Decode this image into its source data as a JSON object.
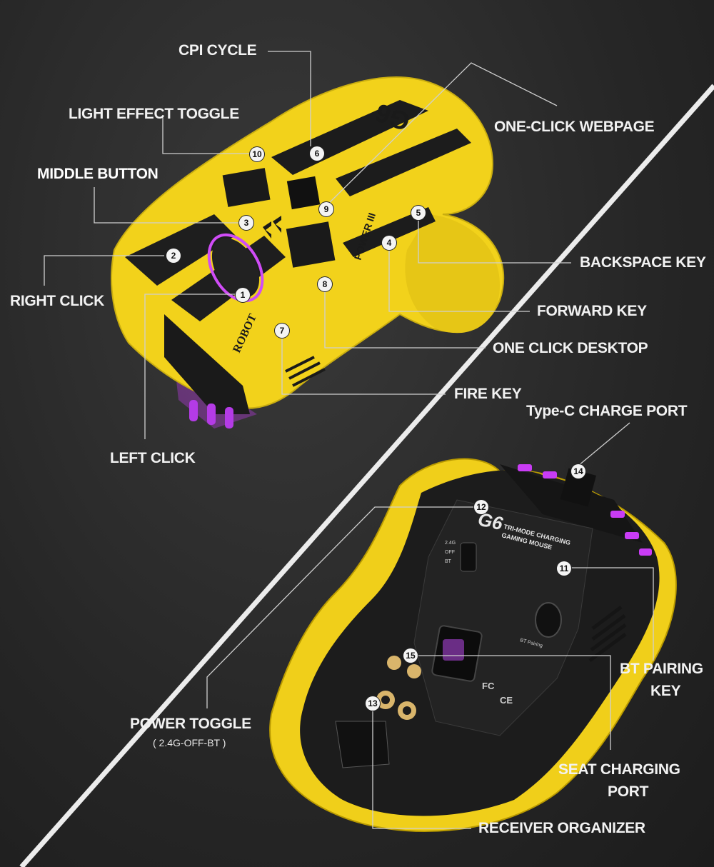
{
  "colors": {
    "background": "#2a2a2a",
    "shell": "#f2d21b",
    "shell_dark": "#b99a00",
    "body": "#1b1b1b",
    "glow": "#c93cf5",
    "leader": "#cfcfcf",
    "divider": "#ededed"
  },
  "labels": {
    "cpi_cycle": "CPI CYCLE",
    "light_effect_toggle": "LIGHT EFFECT TOGGLE",
    "middle_button": "MIDDLE BUTTON",
    "one_click_webpage": "ONE-CLICK WEBPAGE",
    "right_click": "RIGHT CLICK",
    "backspace_key": "BACKSPACE KEY",
    "forward_key": "FORWARD KEY",
    "one_click_desktop": "ONE CLICK DESKTOP",
    "fire_key": "FIRE KEY",
    "left_click": "LEFT CLICK",
    "typec_charge_port": "Type-C CHARGE PORT",
    "bt_pairing_key_1": "BT PAIRING",
    "bt_pairing_key_2": "KEY",
    "power_toggle": "POWER TOGGLE",
    "power_toggle_sub": "( 2.4G-OFF-BT )",
    "seat_charging_port_1": "SEAT CHARGING",
    "seat_charging_port_2": "PORT",
    "receiver_organizer": "RECEIVER ORGANIZER"
  },
  "markers": [
    "1",
    "2",
    "3",
    "4",
    "5",
    "6",
    "7",
    "8",
    "9",
    "10",
    "11",
    "12",
    "13",
    "14",
    "15"
  ],
  "mouse_print": {
    "top_logo": "G6",
    "top_side": "POWER III",
    "top_robot": "ROBOT",
    "bottom_logo": "G6",
    "bottom_title_1": "TRI-MODE CHARGING",
    "bottom_title_2": "GAMING MOUSE",
    "switch_labels": [
      "2.4G",
      "OFF",
      "BT"
    ],
    "bt_pairing": "BT Pairing",
    "mark_fc": "FC",
    "mark_ce": "CE"
  }
}
